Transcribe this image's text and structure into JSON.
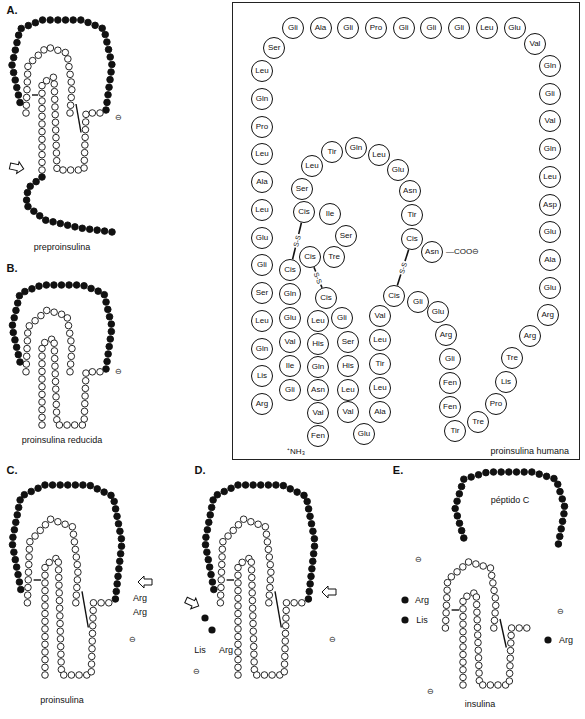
{
  "diagram": {
    "nodes": [
      {
        "text": [
          "proinsulina humana"
        ]
      },
      {
        "text": [
          "Fen"
        ],
        "in": 0
      },
      {
        "text": [
          "Val"
        ],
        "in": 0
      },
      {
        "text": [
          "Asn"
        ],
        "in": 0
      },
      {
        "text": [
          "Gln"
        ],
        "in": 0
      },
      {
        "text": [
          "His"
        ],
        "in": 0
      },
      {
        "text": [
          "Leu"
        ],
        "in": 0
      },
      {
        "text": [
          "Cis"
        ],
        "in": 0
      },
      {
        "text": [
          "Gli"
        ],
        "in": 0
      },
      {
        "text": [
          "Ser"
        ],
        "in": 0
      },
      {
        "text": [
          "His"
        ],
        "in": 0
      },
      {
        "text": [
          "Leu"
        ],
        "in": 0
      },
      {
        "text": [
          "Val"
        ],
        "in": 0
      },
      {
        "text": [
          "Glu"
        ],
        "in": 0
      },
      {
        "text": [
          "Ala"
        ],
        "in": 0
      },
      {
        "text": [
          "Leu"
        ],
        "in": 0
      },
      {
        "text": [
          "Tir"
        ],
        "in": 0
      },
      {
        "text": [
          "Leu"
        ],
        "in": 0
      },
      {
        "text": [
          "Val"
        ],
        "in": 0
      },
      {
        "text": [
          "Cis"
        ],
        "in": 0
      },
      {
        "text": [
          "Gli"
        ],
        "in": 0
      },
      {
        "text": [
          "Glu"
        ],
        "in": 0
      },
      {
        "text": [
          "Arg"
        ],
        "in": 0
      },
      {
        "text": [
          "Gli"
        ],
        "in": 0
      },
      {
        "text": [
          "Fen"
        ],
        "in": 0
      },
      {
        "text": [
          "Fen"
        ],
        "in": 0
      },
      {
        "text": [
          "Tir"
        ],
        "in": 0
      },
      {
        "text": [
          "Tre"
        ],
        "in": 0
      },
      {
        "text": [
          "Pro"
        ],
        "in": 0
      },
      {
        "text": [
          "Lis"
        ],
        "in": 0
      },
      {
        "text": [
          "Tre"
        ],
        "in": 0
      },
      {
        "text": [
          "Arg"
        ],
        "in": 0
      },
      {
        "text": [
          "Arg"
        ],
        "in": 0
      },
      {
        "text": [
          "Glu"
        ],
        "in": 0
      },
      {
        "text": [
          "Ala"
        ],
        "in": 0
      },
      {
        "text": [
          "Glu"
        ],
        "in": 0
      },
      {
        "text": [
          "Asp"
        ],
        "in": 0
      },
      {
        "text": [
          "Leu"
        ],
        "in": 0
      },
      {
        "text": [
          "Gln"
        ],
        "in": 0
      },
      {
        "text": [
          "Val"
        ],
        "in": 0
      },
      {
        "text": [
          "Gli"
        ],
        "in": 0
      },
      {
        "text": [
          "Gln"
        ],
        "in": 0
      },
      {
        "text": [
          "Val"
        ],
        "in": 0
      },
      {
        "text": [
          "Glu"
        ],
        "in": 0
      },
      {
        "text": [
          "Leu"
        ],
        "in": 0
      },
      {
        "text": [
          "Gli"
        ],
        "in": 0
      },
      {
        "text": [
          "Gli"
        ],
        "in": 0
      },
      {
        "text": [
          "Gli"
        ],
        "in": 0
      },
      {
        "text": [
          "Pro"
        ],
        "in": 0
      },
      {
        "text": [
          "Gli"
        ],
        "in": 0
      },
      {
        "text": [
          "Ala"
        ],
        "in": 0
      },
      {
        "text": [
          "Gli"
        ],
        "in": 0
      },
      {
        "text": [
          "Ser"
        ],
        "in": 0
      },
      {
        "text": [
          "Leu"
        ],
        "in": 0
      },
      {
        "text": [
          "Gln"
        ],
        "in": 0
      },
      {
        "text": [
          "Pro"
        ],
        "in": 0
      },
      {
        "text": [
          "Leu"
        ],
        "in": 0
      },
      {
        "text": [
          "Ala"
        ],
        "in": 0
      },
      {
        "text": [
          "Leu"
        ],
        "in": 0
      },
      {
        "text": [
          "Glu"
        ],
        "in": 0
      },
      {
        "text": [
          "Gli"
        ],
        "in": 0
      },
      {
        "text": [
          "Ser"
        ],
        "in": 0
      },
      {
        "text": [
          "Leu"
        ],
        "in": 0
      },
      {
        "text": [
          "Gln"
        ],
        "in": 0
      },
      {
        "text": [
          "Lis"
        ],
        "in": 0
      },
      {
        "text": [
          "Arg"
        ],
        "in": 0
      },
      {
        "text": [
          "Gli"
        ],
        "in": 0
      },
      {
        "text": [
          "Ile"
        ],
        "in": 0
      },
      {
        "text": [
          "Val"
        ],
        "in": 0
      },
      {
        "text": [
          "Glu"
        ],
        "in": 0
      },
      {
        "text": [
          "Gln"
        ],
        "in": 0
      },
      {
        "text": [
          "Cis"
        ],
        "in": 0
      },
      {
        "text": [
          "Cis"
        ],
        "in": 0
      },
      {
        "text": [
          "Tre"
        ],
        "in": 0
      },
      {
        "text": [
          "Ser"
        ],
        "in": 0
      },
      {
        "text": [
          "Ile"
        ],
        "in": 0
      },
      {
        "text": [
          "Cis"
        ],
        "in": 0
      },
      {
        "text": [
          "Ser"
        ],
        "in": 0
      },
      {
        "text": [
          "Leu"
        ],
        "in": 0
      },
      {
        "text": [
          "Tir"
        ],
        "in": 0
      },
      {
        "text": [
          "Gln"
        ],
        "in": 0
      },
      {
        "text": [
          "Leu"
        ],
        "in": 0
      },
      {
        "text": [
          "Glu"
        ],
        "in": 0
      },
      {
        "text": [
          "Asn"
        ],
        "in": 0
      },
      {
        "text": [
          "Tir"
        ],
        "in": 0
      },
      {
        "text": [
          "Cis"
        ],
        "in": 0
      },
      {
        "text": [
          "Asn"
        ],
        "in": 0
      }
    ],
    "edges": [
      {
        "from": 71,
        "to": 76,
        "label": "S-S",
        "arrow": "none"
      },
      {
        "from": 7,
        "to": 72,
        "label": "S-S",
        "arrow": "none"
      },
      {
        "from": 19,
        "to": 85,
        "label": "S-S",
        "arrow": "none"
      }
    ],
    "labels": [
      "A.",
      "preproinsulina",
      "B.",
      "proinsulina reducida",
      "C.",
      "Arg",
      "Arg",
      "proinsulina",
      "D.",
      "Lis",
      "Arg",
      "E.",
      "péptido C",
      "Arg",
      "Lis",
      "Arg",
      "insulina",
      "⁺NH₃",
      "—COO⊖",
      "⊖",
      "⊖",
      "⊖",
      "⊖",
      "⊖",
      "⊖",
      "⊖",
      "⊖"
    ]
  }
}
